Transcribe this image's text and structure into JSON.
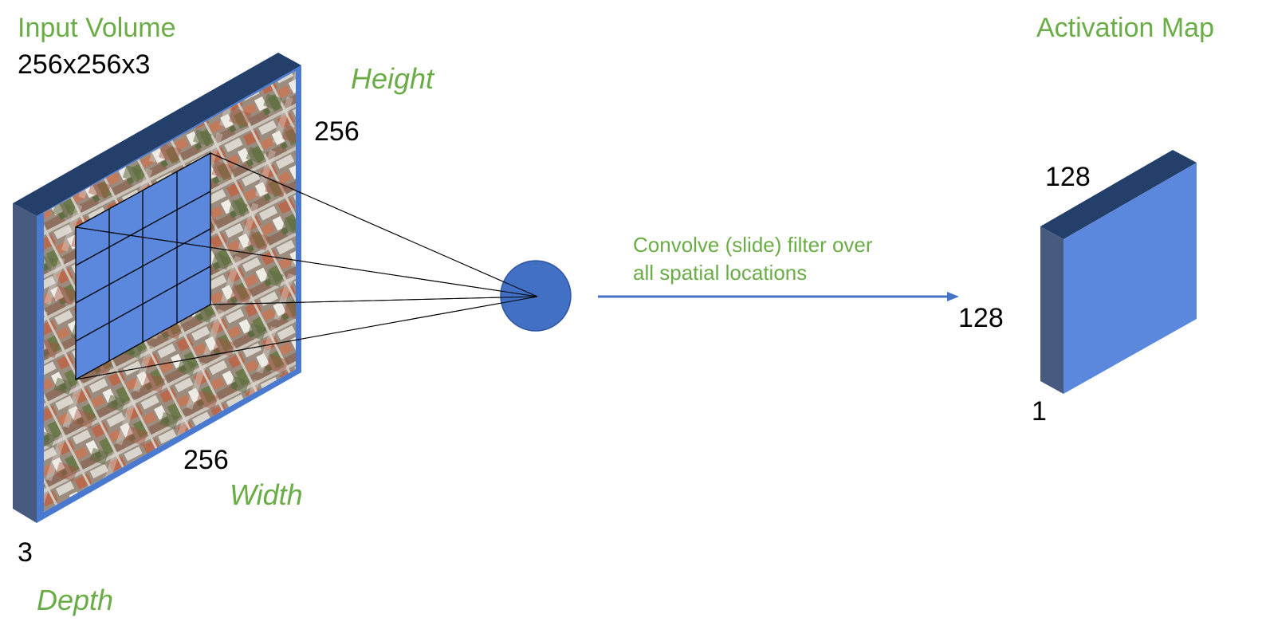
{
  "input_volume": {
    "title": "Input Volume",
    "dims": "256x256x3",
    "height_word": "Height",
    "height_value": "256",
    "width_value": "256",
    "width_word": "Width",
    "depth_value": "3",
    "depth_word": "Depth"
  },
  "operation": {
    "line1": "Convolve (slide) filter over",
    "line2": "all spatial locations"
  },
  "activation_map": {
    "title": "Activation Map",
    "top_value": "128",
    "side_value": "128",
    "depth_value": "1"
  },
  "colors": {
    "label_green": "#6aac46",
    "filter_blue": "#5b88dd",
    "dark_navy": "#253f6b",
    "side_slate": "#475a80",
    "border_blue": "#4a7ad0",
    "neuron_blue": "#4270c4",
    "arrow_blue": "#4472c4"
  }
}
